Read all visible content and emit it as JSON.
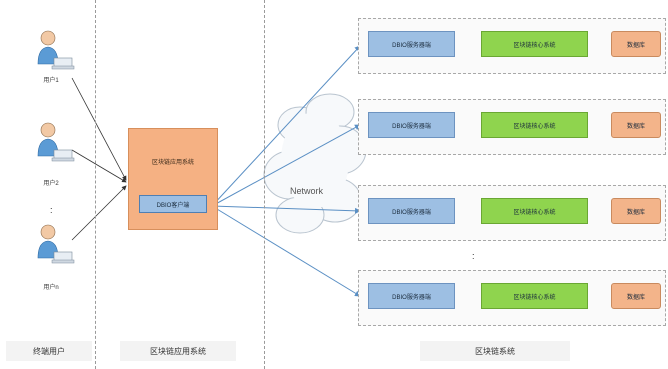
{
  "users": {
    "items": [
      {
        "label": "用户1"
      },
      {
        "label": "用户2"
      },
      {
        "label": "用户n"
      }
    ],
    "ellipsis": ":"
  },
  "system": {
    "title": "区块链应用系统",
    "client_label": "DBIO客户端"
  },
  "network": {
    "label": "Network"
  },
  "nodes": {
    "items": [
      {
        "server": "DBIO服务器端",
        "core": "区块链核心系统",
        "db": "数据库"
      },
      {
        "server": "DBIO服务器端",
        "core": "区块链核心系统",
        "db": "数据库"
      },
      {
        "server": "DBIO服务器端",
        "core": "区块链核心系统",
        "db": "数据库"
      },
      {
        "server": "DBIO服务器端",
        "core": "区块链核心系统",
        "db": "数据库"
      }
    ],
    "ellipsis": ":"
  },
  "footer": {
    "terminal_users": "终端用户",
    "app_system": "区块链应用系统",
    "blockchain_system": "区块链系统"
  },
  "colors": {
    "server_box": "#9dbfe3",
    "core_box": "#8fd44e",
    "db_box": "#f3b48a",
    "app_system": "#f5b183",
    "arrow": "#5a8fc4"
  }
}
